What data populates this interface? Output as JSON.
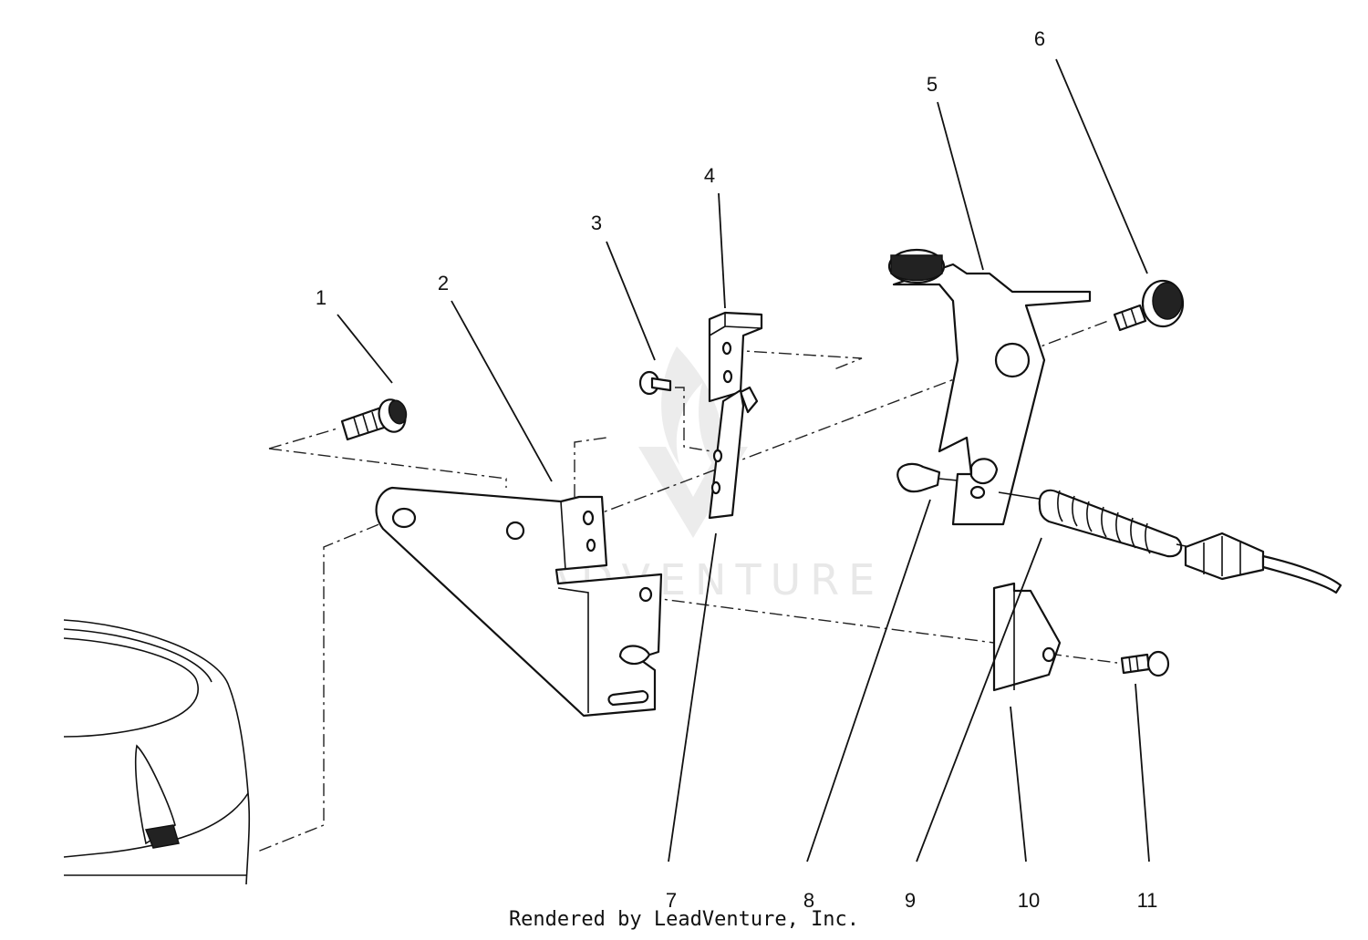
{
  "diagram": {
    "watermark": "LEADVENTURE",
    "callouts": [
      {
        "id": "1",
        "label": "1"
      },
      {
        "id": "2",
        "label": "2"
      },
      {
        "id": "3",
        "label": "3"
      },
      {
        "id": "4",
        "label": "4"
      },
      {
        "id": "5",
        "label": "5"
      },
      {
        "id": "6",
        "label": "6"
      },
      {
        "id": "7",
        "label": "7"
      },
      {
        "id": "8",
        "label": "8"
      },
      {
        "id": "9",
        "label": "9"
      },
      {
        "id": "10",
        "label": "10"
      },
      {
        "id": "11",
        "label": "11"
      }
    ],
    "footer": "Rendered by LeadVenture, Inc."
  }
}
